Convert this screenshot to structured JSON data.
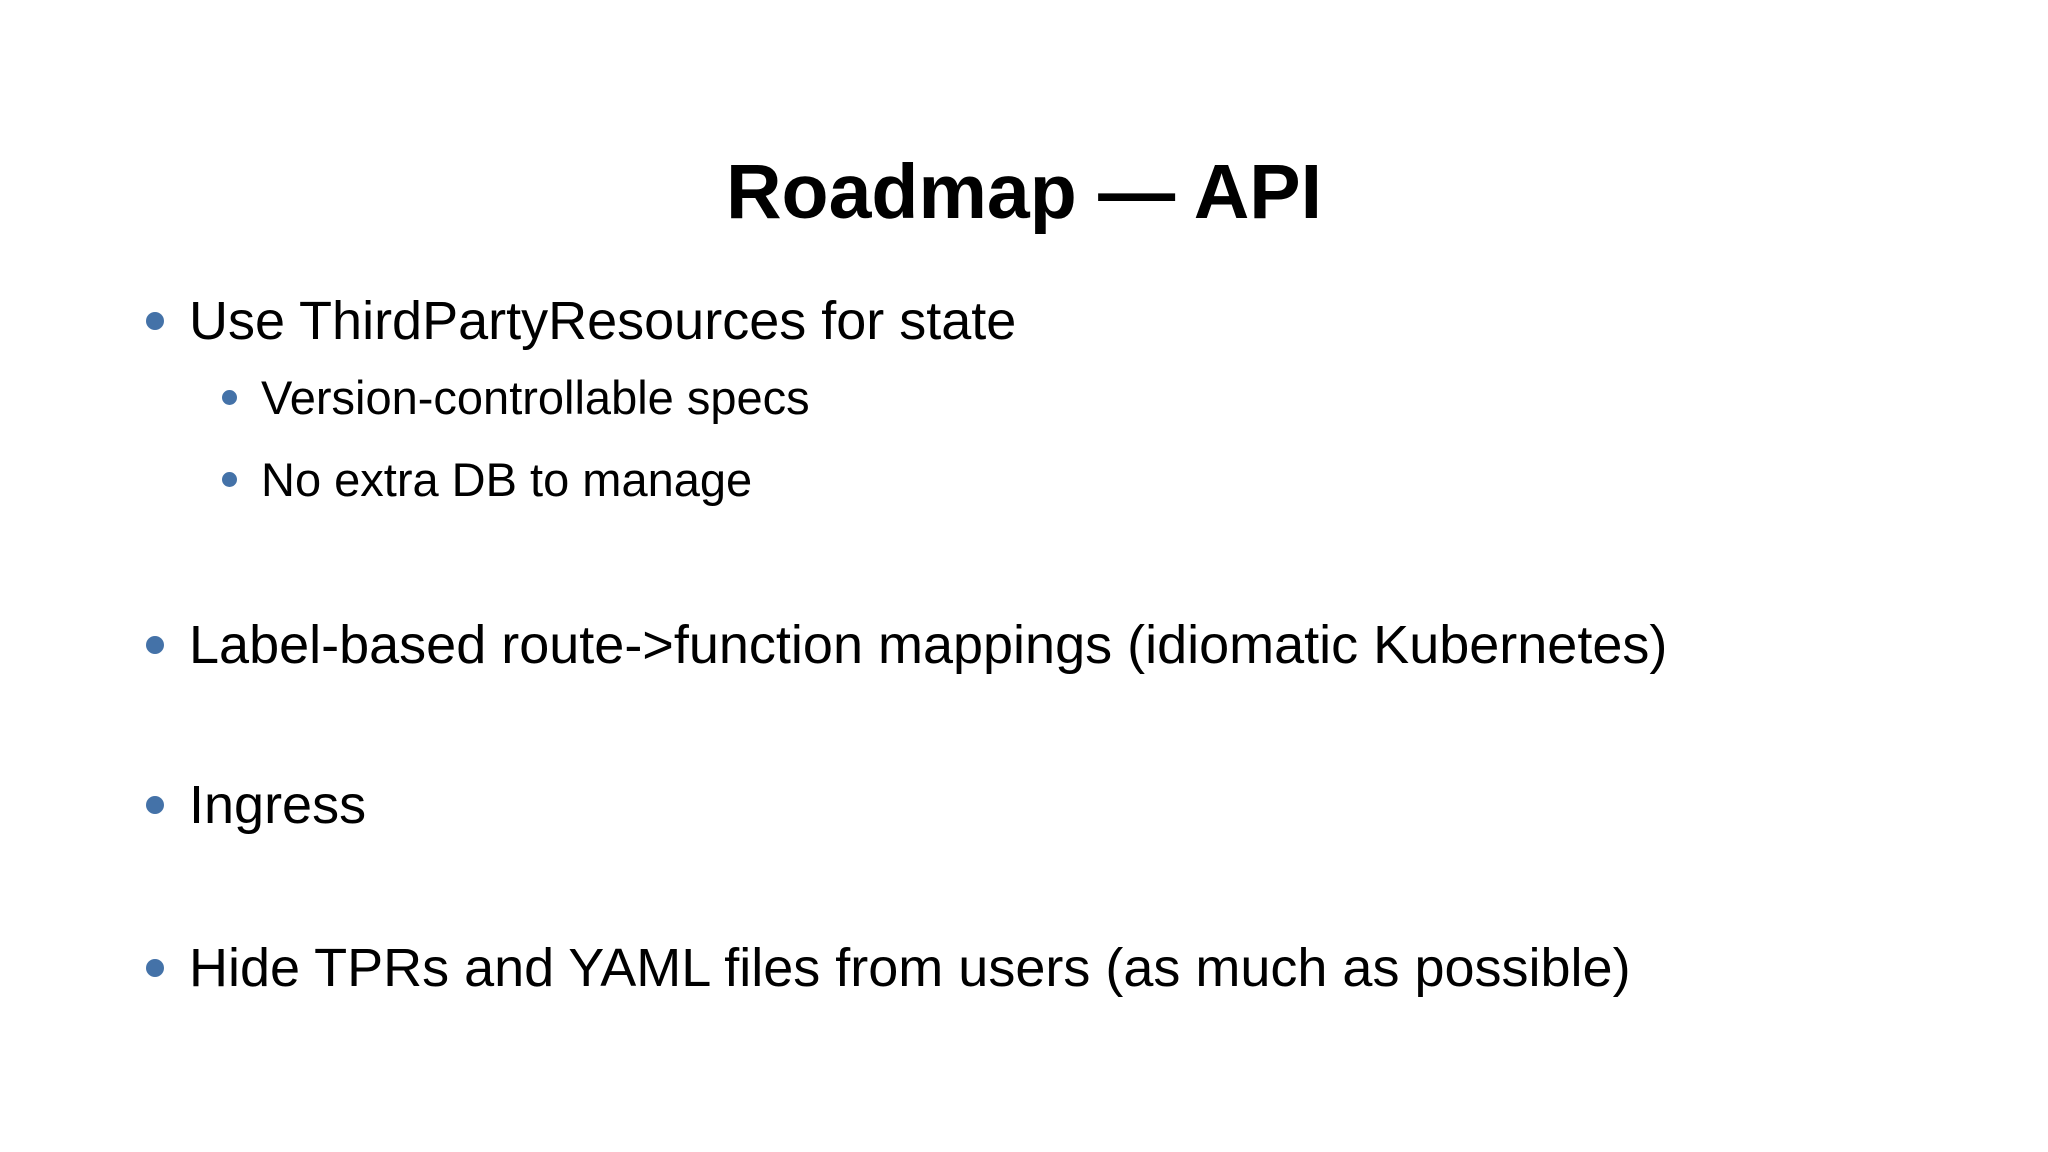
{
  "slide": {
    "title": "Roadmap — API",
    "bullets": [
      {
        "text": "Use ThirdPartyResources for state",
        "sub": [
          "Version-controllable specs",
          "No extra DB to manage"
        ]
      },
      {
        "text": "Label-based route->function mappings (idiomatic Kubernetes)"
      },
      {
        "text": "Ingress"
      },
      {
        "text": "Hide TPRs and YAML files from users (as much as possible)"
      }
    ],
    "colors": {
      "background": "#ffffff",
      "text": "#000000",
      "bullet": "#4472a8"
    }
  }
}
